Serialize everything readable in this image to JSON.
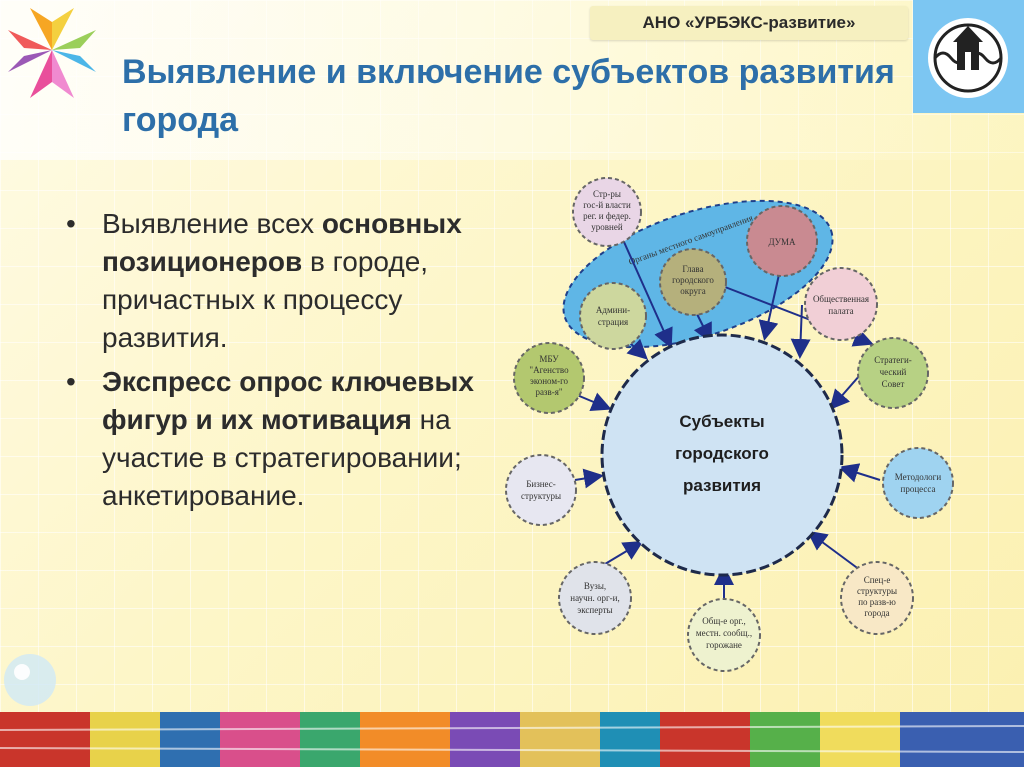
{
  "header": {
    "org": "АНО «УРБЭКС-развитие»",
    "title": "Выявление и включение субъектов развития города"
  },
  "bullets": [
    {
      "parts": [
        {
          "text": "Выявление всех ",
          "bold": false
        },
        {
          "text": "основных позиционеров",
          "bold": true
        },
        {
          "text": " в городе, причастных к процессу развития.",
          "bold": false
        }
      ]
    },
    {
      "parts": [
        {
          "text": "Экспресс опрос ключевых фигур и их мотивация",
          "bold": true
        },
        {
          "text": " на участие в стратегировании; анкетирование.",
          "bold": false
        }
      ]
    }
  ],
  "diagram": {
    "center": [
      "Субъекты",
      "городского",
      "развития"
    ],
    "ellipse_label": "Органы местного самоуправления",
    "nodes": {
      "gov": [
        "Стр-ры",
        "гос-й власти",
        "рег. и федер.",
        "уровней"
      ],
      "duma": [
        "ДУМА"
      ],
      "head": [
        "Глава",
        "городского",
        "округа"
      ],
      "admin": [
        "Админи-",
        "страция"
      ],
      "chamber": [
        "Общественная",
        "палата"
      ],
      "council": [
        "Стратеги-",
        "ческий",
        "Совет"
      ],
      "mbu": [
        "МБУ",
        "\"Агенство",
        "эконом-го",
        "разв-я\""
      ],
      "method": [
        "Методологи",
        "процесса"
      ],
      "business": [
        "Бизнес-",
        "структуры"
      ],
      "special": [
        "Спец-е",
        "структуры",
        "по разв-ю",
        "города"
      ],
      "univ": [
        "Вузы,",
        "научн. орг-и,",
        "эксперты"
      ],
      "public": [
        "Общ-е орг.,",
        "местн. сообщ.,",
        "горожане"
      ]
    },
    "colors": {
      "ellipse": "#5fb6e6",
      "center": "#cfe3f3",
      "gov": "#e9d6e6",
      "duma": "#c98a91",
      "head": "#b5b07c",
      "admin": "#cdd79e",
      "chamber": "#f1cfd6",
      "council": "#b7d184",
      "mbu": "#b3c86f",
      "method": "#9fd3f0",
      "business": "#e7e7f1",
      "special": "#f8e8c6",
      "univ": "#e0e3ea",
      "public": "#eef2cf",
      "arrow": "#1f2f8a"
    }
  }
}
